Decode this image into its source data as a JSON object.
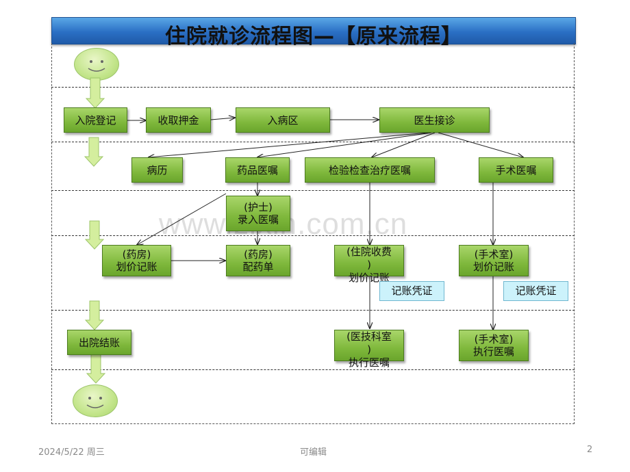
{
  "title": "住院就诊流程图—【原来流程】",
  "nodes": {
    "admit": "入院登记",
    "deposit": "收取押金",
    "ward": "入病区",
    "doctor": "医生接诊",
    "record": "病历",
    "drug_order": "药品医嘱",
    "exam_order": "检验检查治疗医嘱",
    "surgery_order": "手术医嘱",
    "nurse_l1": "(护士)",
    "nurse_l2": "录入医嘱",
    "pharm_bill_l1": "(药房)",
    "pharm_bill_l2": "划价记账",
    "pharm_dispense_l1": "(药房)",
    "pharm_dispense_l2": "配药单",
    "inpatient_bill_l1": "(住院收费",
    "inpatient_bill_l2": ")",
    "inpatient_bill_l3": "划价记账",
    "or_bill_l1": "(手术室)",
    "or_bill_l2": "划价记账",
    "tech_exec_l1": "(医技科室",
    "tech_exec_l2": ")",
    "tech_exec_l3": "执行医嘱",
    "or_exec_l1": "(手术室)",
    "or_exec_l2": "执行医嘱",
    "discharge": "出院结账"
  },
  "notes": {
    "voucher1": "记账凭证",
    "voucher2": "记账凭证"
  },
  "watermark": "www.zixin.com.cn",
  "footer": {
    "date": "2024/5/22 周三",
    "center": "可编辑",
    "page": "2"
  }
}
